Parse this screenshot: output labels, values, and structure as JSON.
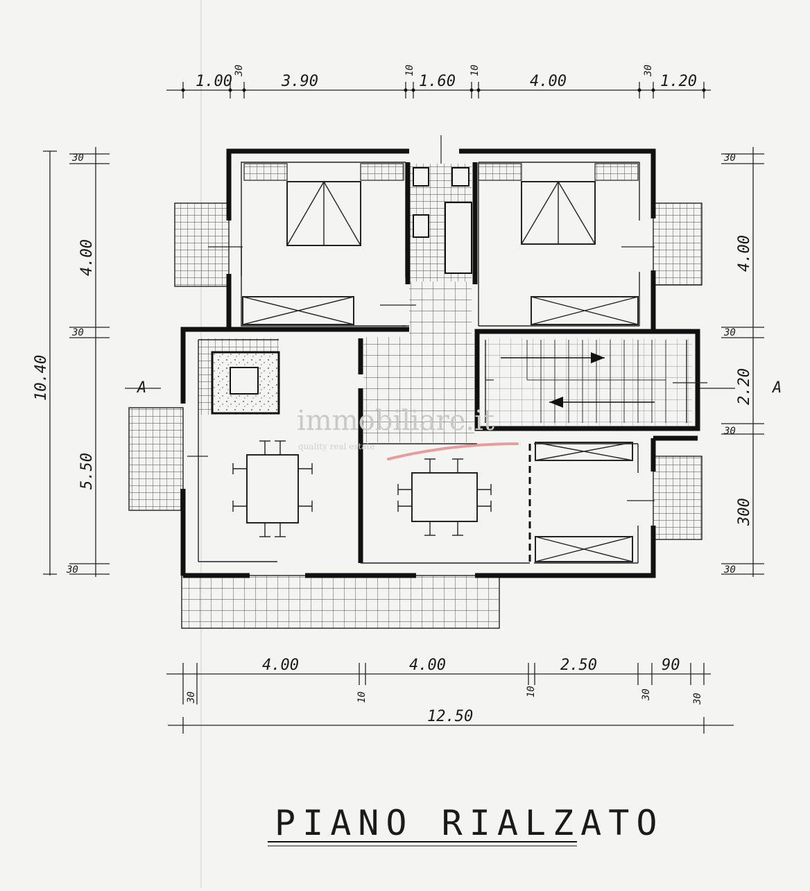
{
  "plan": {
    "title": "PIANO RIALZATO",
    "section_marks": {
      "left": "A",
      "right": "A"
    }
  },
  "watermark": {
    "brand": "immobiliare.it",
    "tagline": "quality real estate",
    "accent_color": "#e07878"
  },
  "dimensions": {
    "top": [
      "1.00",
      "30",
      "3.90",
      "10",
      "1.60",
      "10",
      "4.00",
      "30",
      "1.20"
    ],
    "bottom": [
      "4.00",
      "4.00",
      "2.50",
      "90"
    ],
    "bottom_small": [
      "30",
      "10",
      "10",
      "30",
      "30"
    ],
    "overall_width": "12.50",
    "left": [
      "30",
      "4.00",
      "30",
      "5.50",
      "30"
    ],
    "overall_height": "10.40",
    "right": [
      "30",
      "4.00",
      "30",
      "2.20",
      "30",
      "300",
      "30"
    ]
  }
}
